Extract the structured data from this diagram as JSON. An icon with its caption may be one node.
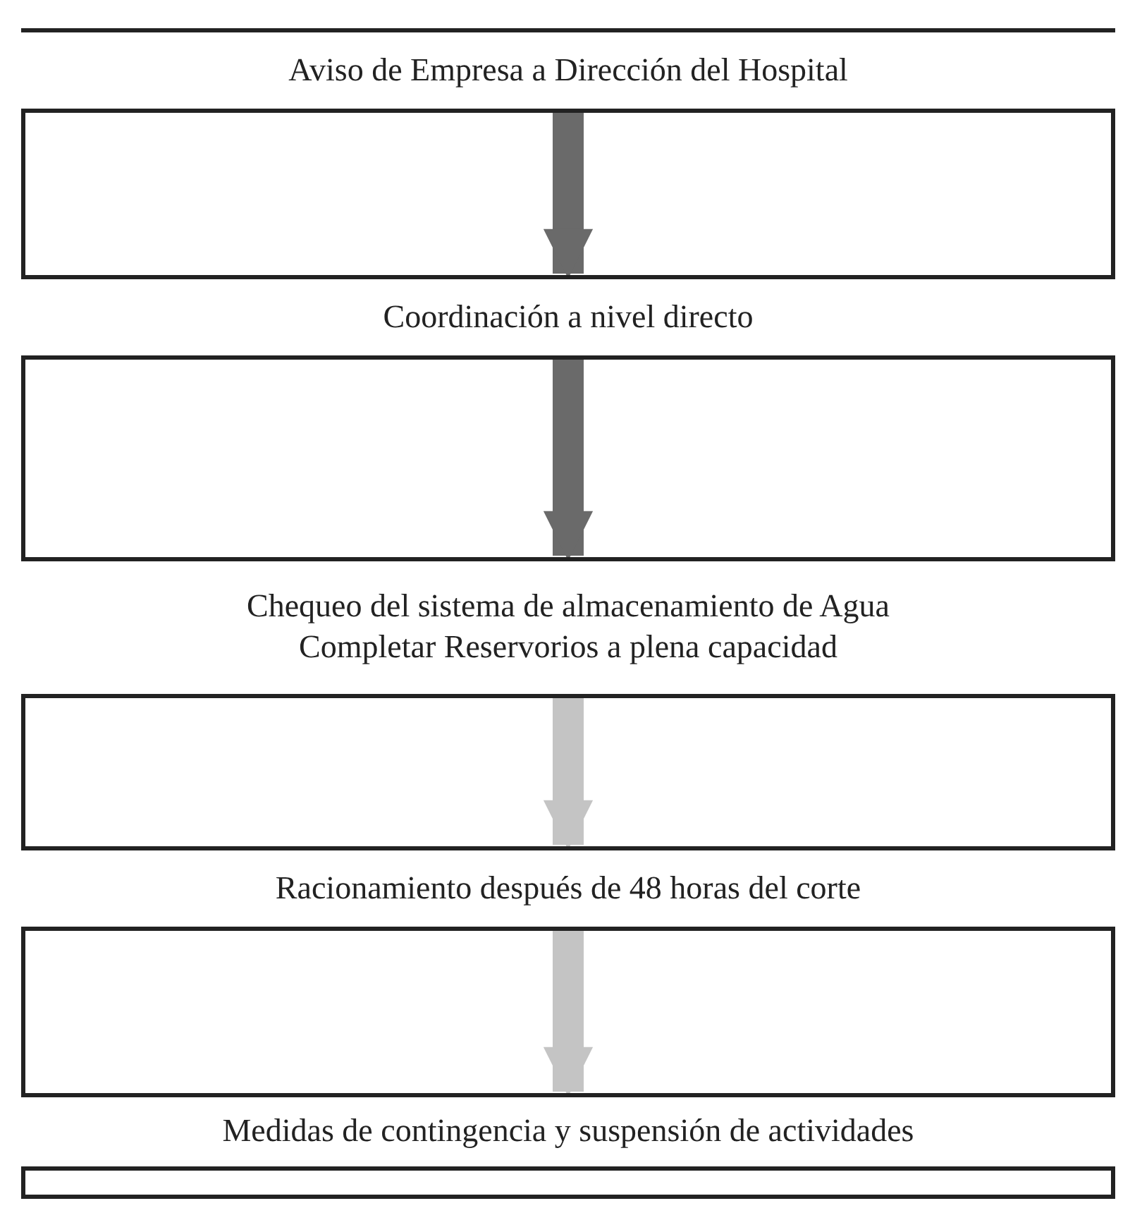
{
  "diagram": {
    "nodes": [
      {
        "text": [
          "Aviso de Empresa a Dirección del Hospital"
        ]
      },
      {
        "text": [
          "Coordinación a nivel directo"
        ]
      },
      {
        "text": [
          "Chequeo del sistema de almacenamiento de Agua Completar Reservorios a plena capacidad"
        ]
      },
      {
        "text": [
          "Racionamiento después de 48 horas del corte"
        ]
      },
      {
        "text": [
          "Medidas de contingencia y suspensión de actividades"
        ]
      }
    ],
    "edges": [
      {
        "from": 0,
        "to": 1,
        "arrow": "to"
      },
      {
        "from": 1,
        "to": 2,
        "arrow": "to"
      },
      {
        "from": 2,
        "to": 3,
        "arrow": "to",
        "color": "#c4c4c4"
      },
      {
        "from": 3,
        "to": 4,
        "arrow": "to",
        "color": "#c4c4c4"
      }
    ]
  }
}
